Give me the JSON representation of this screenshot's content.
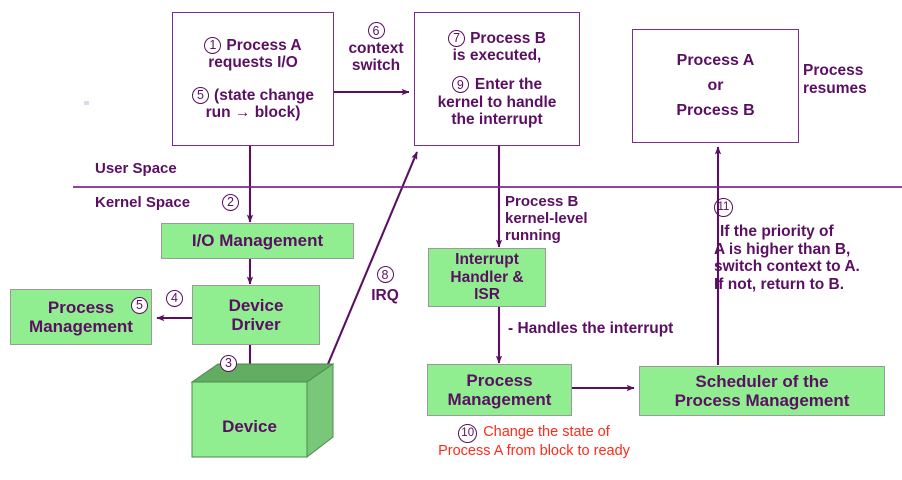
{
  "diagram": {
    "title": "I/O request and interrupt handling flow",
    "colors": {
      "purple": "#5b0f63",
      "stroke": "#7b2d8e",
      "green_fill": "#90ee90",
      "green_top": "#63ad63",
      "green_side": "#79c879",
      "red": "#ff2b1a",
      "white": "#ffffff",
      "box_border_gray": "#9a9a9a"
    },
    "boxes": {
      "process_a_request": {
        "step_first": "1",
        "line1": "Process A",
        "line2": "requests I/O",
        "step_second": "5",
        "line3": "(state change",
        "line4": "run → block)"
      },
      "process_b_exec": {
        "step_first": "7",
        "line1": "Process B",
        "line2": "is executed,",
        "step_second": "9",
        "line3": "Enter the",
        "line4": "kernel to handle",
        "line5": "the interrupt"
      },
      "process_a_or_b": {
        "line1": "Process A",
        "line2": "or",
        "line3": "Process B"
      },
      "io_management": {
        "label": "I/O Management"
      },
      "device_driver": {
        "line1": "Device",
        "line2": "Driver"
      },
      "process_management_left": {
        "line1": "Process",
        "line2": "Management",
        "step": "5"
      },
      "device": {
        "label": "Device"
      },
      "interrupt_handler": {
        "line1": "Interrupt",
        "line2": "Handler &",
        "line3": "ISR"
      },
      "process_management_mid": {
        "line1": "Process",
        "line2": "Management"
      },
      "scheduler": {
        "line1": "Scheduler of the",
        "line2": "Process Management"
      }
    },
    "labels": {
      "context_switch": {
        "step": "6",
        "line1": "context",
        "line2": "switch"
      },
      "process_resumes": {
        "line1": "Process",
        "line2": "resumes"
      },
      "user_space": "User Space",
      "kernel_space": "Kernel Space",
      "step_two": "2",
      "step_three": "3",
      "step_four": "4",
      "irq": {
        "step": "8",
        "label": "IRQ"
      },
      "process_b_kernel": {
        "line1": "Process B",
        "line2": "kernel-level",
        "line3": "running"
      },
      "handles_interrupt": "- Handles the interrupt",
      "change_state": {
        "step": "10",
        "line1": "Change the state of",
        "line2": "Process A from block to ready"
      },
      "priority_note": {
        "step": "11",
        "line1": "If the priority of",
        "line2": "A is higher than B,",
        "line3": "switch context to A.",
        "line4": "If not, return to B."
      }
    }
  }
}
